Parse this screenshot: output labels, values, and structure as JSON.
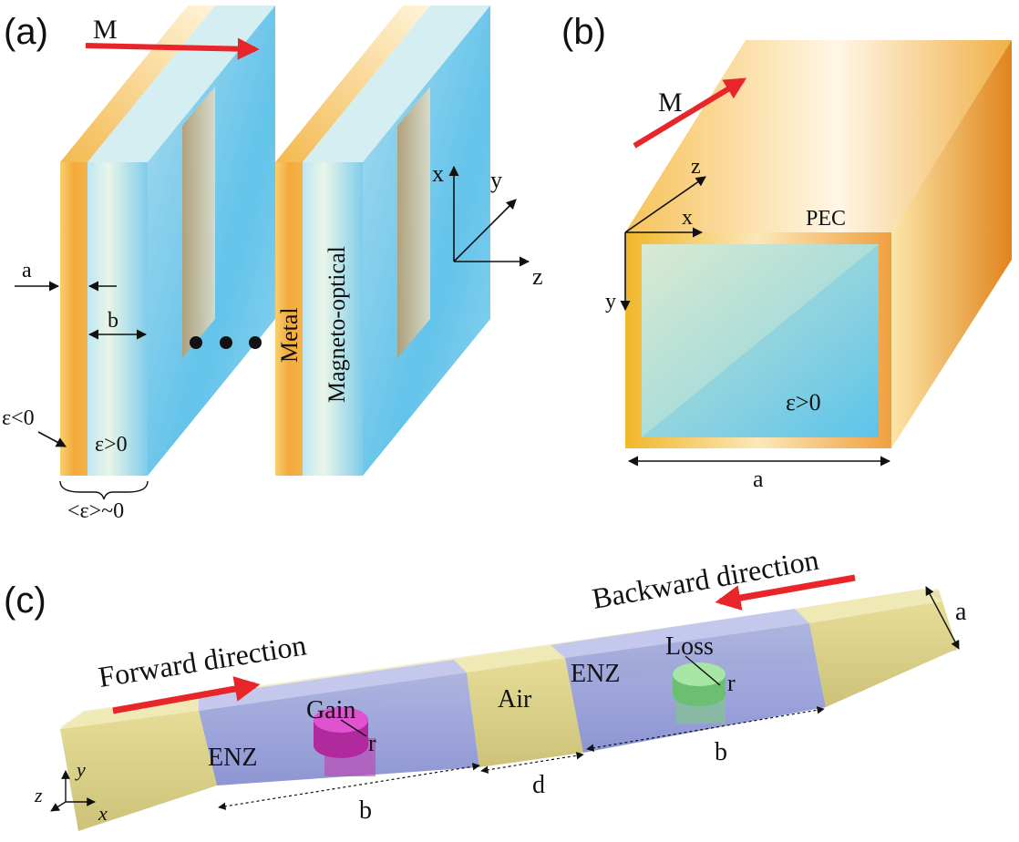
{
  "colors": {
    "metal": "#f4a93a",
    "dielectric": "#6ec8ea",
    "enz": "#8f98d6",
    "air": "#d9cf86",
    "gain": "#d23ec0",
    "loss": "#86d98d",
    "arrow": "#e8262a"
  },
  "panel_a": {
    "label": "(a)",
    "magnetization": "M",
    "dim_a": "a",
    "dim_b": "b",
    "eps_neg": "ε<0",
    "eps_pos": "ε>0",
    "eps_avg": "<ε>~0",
    "layer_metal": "Metal",
    "layer_mo": "Magneto-optical",
    "axis_x": "x",
    "axis_y": "y",
    "axis_z": "z"
  },
  "panel_b": {
    "label": "(b)",
    "magnetization": "M",
    "axis_x": "x",
    "axis_y": "y",
    "axis_z": "z",
    "pec": "PEC",
    "eps_pos": "ε>0",
    "dim_a": "a"
  },
  "panel_c": {
    "label": "(c)",
    "forward": "Forward direction",
    "backward": "Backward direction",
    "enz_left": "ENZ",
    "enz_right": "ENZ",
    "air": "Air",
    "gain": "Gain",
    "loss": "Loss",
    "r1": "r",
    "r2": "r",
    "dim_a": "a",
    "dim_b1": "b",
    "dim_b2": "b",
    "dim_d": "d",
    "axis_x": "x",
    "axis_y": "y",
    "axis_z": "z"
  }
}
